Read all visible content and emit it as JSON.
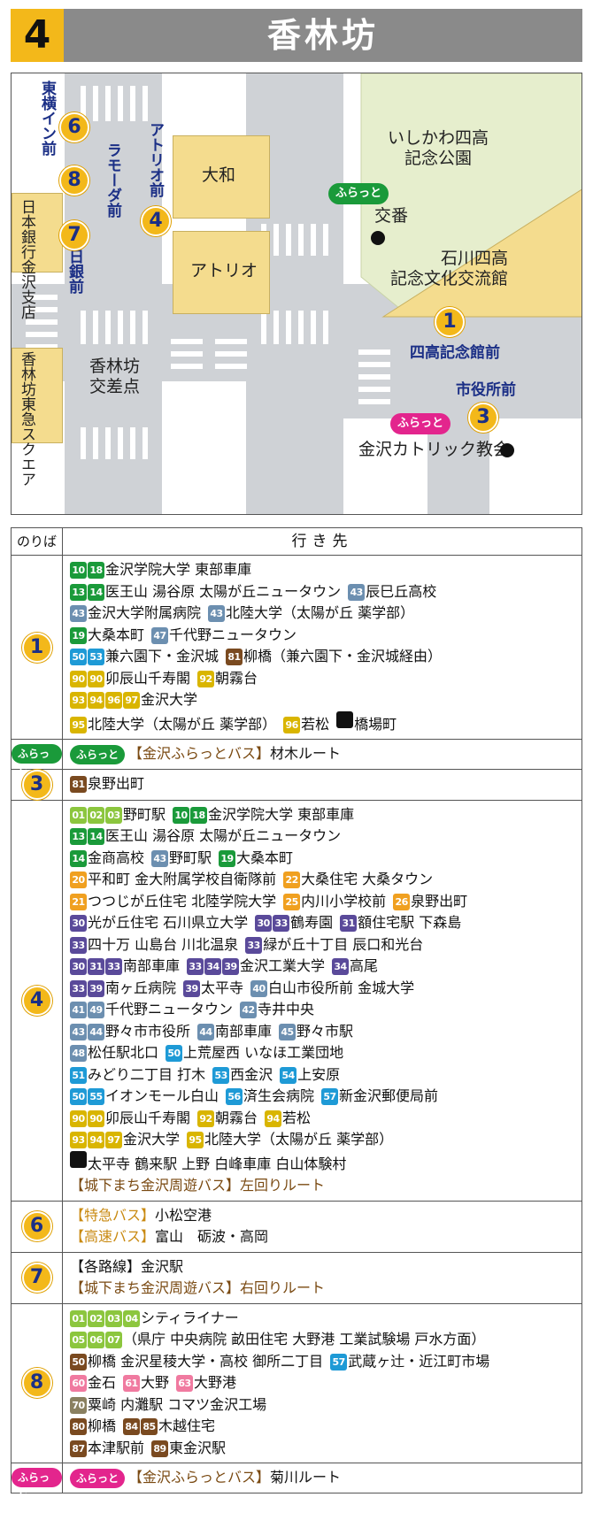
{
  "header": {
    "number": "4",
    "title": "香林坊"
  },
  "colors": {
    "green": "#1a9a3a",
    "blue_grey": "#6c8fb0",
    "orange": "#f0a020",
    "yellow": "#d9b500",
    "purple": "#5a4a9a",
    "brown": "#7a4a20",
    "cyan": "#1e9ad6",
    "light_green": "#8cc63e",
    "pink": "#f07aa0",
    "olive": "#8a8060",
    "black": "#111111"
  },
  "map": {
    "labels": {
      "toyoko": "東横イン前",
      "ramoda": "ラモーダ前",
      "atorio_mae": "アトリオ前",
      "nichigin": "日銀前",
      "yamato": "大和",
      "atorio": "アトリオ",
      "boj_branch": "日本銀行金沢支店",
      "kourinbo_east": "香林坊東急スクエア",
      "kourinbo_crossing": "香林坊\n交差点",
      "park": "いしかわ四高\n記念公園",
      "koban": "交番",
      "hall": "石川四高\n記念文化交流館",
      "shikou_stop": "四高記念館前",
      "shiyakusho_stop": "市役所前",
      "church": "金沢カトリック教会",
      "furatto": "ふらっと"
    },
    "stops": [
      "6",
      "8",
      "7",
      "4",
      "1",
      "3"
    ]
  },
  "table": {
    "header": {
      "left": "のりば",
      "right": "行き先"
    },
    "rows": [
      {
        "stop": "1",
        "lines": [
          [
            {
              "r": [
                "10",
                "18"
              ],
              "c": "green",
              "t": "金沢学院大学 東部車庫"
            }
          ],
          [
            {
              "r": [
                "13",
                "14"
              ],
              "c": "green",
              "t": "医王山 湯谷原 太陽が丘ニュータウン"
            },
            {
              "r": [
                "43"
              ],
              "c": "blue_grey",
              "t": "辰巳丘高校"
            }
          ],
          [
            {
              "r": [
                "43"
              ],
              "c": "blue_grey",
              "t": "金沢大学附属病院"
            },
            {
              "r": [
                "43"
              ],
              "c": "blue_grey",
              "t": "北陸大学（太陽が丘 薬学部）"
            }
          ],
          [
            {
              "r": [
                "19"
              ],
              "c": "green",
              "t": "大桑本町"
            },
            {
              "r": [
                "47"
              ],
              "c": "blue_grey",
              "t": "千代野ニュータウン"
            }
          ],
          [
            {
              "r": [
                "50",
                "53"
              ],
              "c": "cyan",
              "t": "兼六園下・金沢城"
            },
            {
              "r": [
                "81"
              ],
              "c": "brown",
              "t": "柳橋（兼六園下・金沢城経由）"
            }
          ],
          [
            {
              "r": [
                "90",
                "90"
              ],
              "c": "yellow",
              "t": "卯辰山千寿閣"
            },
            {
              "r": [
                "92"
              ],
              "c": "yellow",
              "t": "朝霧台"
            }
          ],
          [
            {
              "r": [
                "93",
                "94",
                "96",
                "97"
              ],
              "c": "yellow",
              "t": "金沢大学"
            }
          ],
          [
            {
              "r": [
                "95"
              ],
              "c": "yellow",
              "t": "北陸大学（太陽が丘 薬学部）"
            },
            {
              "r": [
                "96"
              ],
              "c": "yellow",
              "t": "若松"
            },
            {
              "r": [
                ""
              ],
              "c": "black",
              "t": "橋場町"
            }
          ]
        ]
      },
      {
        "stop": "ふらっと",
        "pill": "green",
        "text": "【金沢ふらっとバス】材木ルート"
      },
      {
        "stop": "3",
        "lines": [
          [
            {
              "r": [
                "81"
              ],
              "c": "brown",
              "t": "泉野出町"
            }
          ]
        ]
      },
      {
        "stop": "4",
        "lines": [
          [
            {
              "r": [
                "01",
                "02",
                "03"
              ],
              "c": "light_green",
              "t": "野町駅"
            },
            {
              "r": [
                "10",
                "18"
              ],
              "c": "green",
              "t": "金沢学院大学 東部車庫"
            }
          ],
          [
            {
              "r": [
                "13",
                "14"
              ],
              "c": "green",
              "t": "医王山 湯谷原 太陽が丘ニュータウン"
            }
          ],
          [
            {
              "r": [
                "14"
              ],
              "c": "green",
              "t": "金商高校"
            },
            {
              "r": [
                "43"
              ],
              "c": "blue_grey",
              "t": "野町駅"
            },
            {
              "r": [
                "19"
              ],
              "c": "green",
              "t": "大桑本町"
            }
          ],
          [
            {
              "r": [
                "20"
              ],
              "c": "orange",
              "t": "平和町 金大附属学校自衛隊前"
            },
            {
              "r": [
                "22"
              ],
              "c": "orange",
              "t": "大桑住宅 大桑タウン"
            }
          ],
          [
            {
              "r": [
                "21"
              ],
              "c": "orange",
              "t": "つつじが丘住宅 北陸学院大学"
            },
            {
              "r": [
                "25"
              ],
              "c": "orange",
              "t": "内川小学校前"
            },
            {
              "r": [
                "26"
              ],
              "c": "orange",
              "t": "泉野出町"
            }
          ],
          [
            {
              "r": [
                "30"
              ],
              "c": "purple",
              "t": "光が丘住宅 石川県立大学"
            },
            {
              "r": [
                "30",
                "33"
              ],
              "c": "purple",
              "t": "鶴寿園"
            },
            {
              "r": [
                "31"
              ],
              "c": "purple",
              "t": "額住宅駅 下森島"
            }
          ],
          [
            {
              "r": [
                "33"
              ],
              "c": "purple",
              "t": "四十万 山島台 川北温泉"
            },
            {
              "r": [
                "33"
              ],
              "c": "purple",
              "t": "緑が丘十丁目 辰口和光台"
            }
          ],
          [
            {
              "r": [
                "30",
                "31",
                "33"
              ],
              "c": "purple",
              "t": "南部車庫"
            },
            {
              "r": [
                "33",
                "34",
                "39"
              ],
              "c": "purple",
              "t": "金沢工業大学"
            },
            {
              "r": [
                "34"
              ],
              "c": "purple",
              "t": "高尾"
            }
          ],
          [
            {
              "r": [
                "33",
                "39"
              ],
              "c": "purple",
              "t": "南ヶ丘病院"
            },
            {
              "r": [
                "39"
              ],
              "c": "purple",
              "t": "太平寺"
            },
            {
              "r": [
                "40"
              ],
              "c": "blue_grey",
              "t": "白山市役所前 金城大学"
            }
          ],
          [
            {
              "r": [
                "41",
                "49"
              ],
              "c": "blue_grey",
              "t": "千代野ニュータウン"
            },
            {
              "r": [
                "42"
              ],
              "c": "blue_grey",
              "t": "寺井中央"
            }
          ],
          [
            {
              "r": [
                "43",
                "44"
              ],
              "c": "blue_grey",
              "t": "野々市市役所"
            },
            {
              "r": [
                "44"
              ],
              "c": "blue_grey",
              "t": "南部車庫"
            },
            {
              "r": [
                "45"
              ],
              "c": "blue_grey",
              "t": "野々市駅"
            }
          ],
          [
            {
              "r": [
                "48"
              ],
              "c": "blue_grey",
              "t": "松任駅北口"
            },
            {
              "r": [
                "50"
              ],
              "c": "cyan",
              "t": "上荒屋西 いなほ工業団地"
            }
          ],
          [
            {
              "r": [
                "51"
              ],
              "c": "cyan",
              "t": "みどり二丁目 打木"
            },
            {
              "r": [
                "53"
              ],
              "c": "cyan",
              "t": "西金沢"
            },
            {
              "r": [
                "54"
              ],
              "c": "cyan",
              "t": "上安原"
            }
          ],
          [
            {
              "r": [
                "50",
                "55"
              ],
              "c": "cyan",
              "t": "イオンモール白山"
            },
            {
              "r": [
                "56"
              ],
              "c": "cyan",
              "t": "済生会病院"
            },
            {
              "r": [
                "57"
              ],
              "c": "cyan",
              "t": "新金沢郵便局前"
            }
          ],
          [
            {
              "r": [
                "90",
                "90"
              ],
              "c": "yellow",
              "t": "卯辰山千寿閣"
            },
            {
              "r": [
                "92"
              ],
              "c": "yellow",
              "t": "朝霧台"
            },
            {
              "r": [
                "94"
              ],
              "c": "yellow",
              "t": "若松"
            }
          ],
          [
            {
              "r": [
                "93",
                "94",
                "97"
              ],
              "c": "yellow",
              "t": "金沢大学"
            },
            {
              "r": [
                "95"
              ],
              "c": "yellow",
              "t": "北陸大学（太陽が丘 薬学部）"
            }
          ],
          [
            {
              "r": [
                ""
              ],
              "c": "black",
              "t": "太平寺 鶴来駅 上野 白峰車庫 白山体験村"
            }
          ],
          [
            {
              "plain": "【城下まち金沢周遊バス】左回りルート",
              "style": "brown"
            }
          ]
        ]
      },
      {
        "stop": "6",
        "lines": [
          [
            {
              "plain": "【特急バス】",
              "style": "orange"
            },
            {
              "plain": "小松空港",
              "style": ""
            }
          ],
          [
            {
              "plain": "【高速バス】",
              "style": "orange"
            },
            {
              "plain": "富山　砺波・高岡",
              "style": ""
            }
          ]
        ]
      },
      {
        "stop": "7",
        "lines": [
          [
            {
              "plain": "【各路線】金沢駅",
              "style": ""
            }
          ],
          [
            {
              "plain": "【城下まち金沢周遊バス】右回りルート",
              "style": "brown"
            }
          ]
        ]
      },
      {
        "stop": "8",
        "lines": [
          [
            {
              "r": [
                "01",
                "02",
                "03",
                "04"
              ],
              "c": "light_green",
              "t": "シティライナー"
            }
          ],
          [
            {
              "r": [
                "05",
                "06",
                "07"
              ],
              "c": "light_green",
              "t": "（県庁 中央病院 畝田住宅 大野港 工業試験場 戸水方面）"
            }
          ],
          [
            {
              "r": [
                "50"
              ],
              "c": "brown",
              "t": "柳橋 金沢星稜大学・高校 御所二丁目"
            },
            {
              "r": [
                "57"
              ],
              "c": "cyan",
              "t": "武蔵ヶ辻・近江町市場"
            }
          ],
          [
            {
              "r": [
                "60"
              ],
              "c": "pink",
              "t": "金石"
            },
            {
              "r": [
                "61"
              ],
              "c": "pink",
              "t": "大野"
            },
            {
              "r": [
                "63"
              ],
              "c": "pink",
              "t": "大野港"
            }
          ],
          [
            {
              "r": [
                "70"
              ],
              "c": "olive",
              "t": "粟崎 内灘駅 コマツ金沢工場"
            }
          ],
          [
            {
              "r": [
                "80"
              ],
              "c": "brown",
              "t": "柳橋"
            },
            {
              "r": [
                "84",
                "85"
              ],
              "c": "brown",
              "t": "木越住宅"
            }
          ],
          [
            {
              "r": [
                "87"
              ],
              "c": "brown",
              "t": "本津駅前"
            },
            {
              "r": [
                "89"
              ],
              "c": "brown",
              "t": "東金沢駅"
            }
          ]
        ]
      },
      {
        "stop": "ふらっと",
        "pill": "pink",
        "text": "【金沢ふらっとバス】菊川ルート"
      }
    ]
  }
}
